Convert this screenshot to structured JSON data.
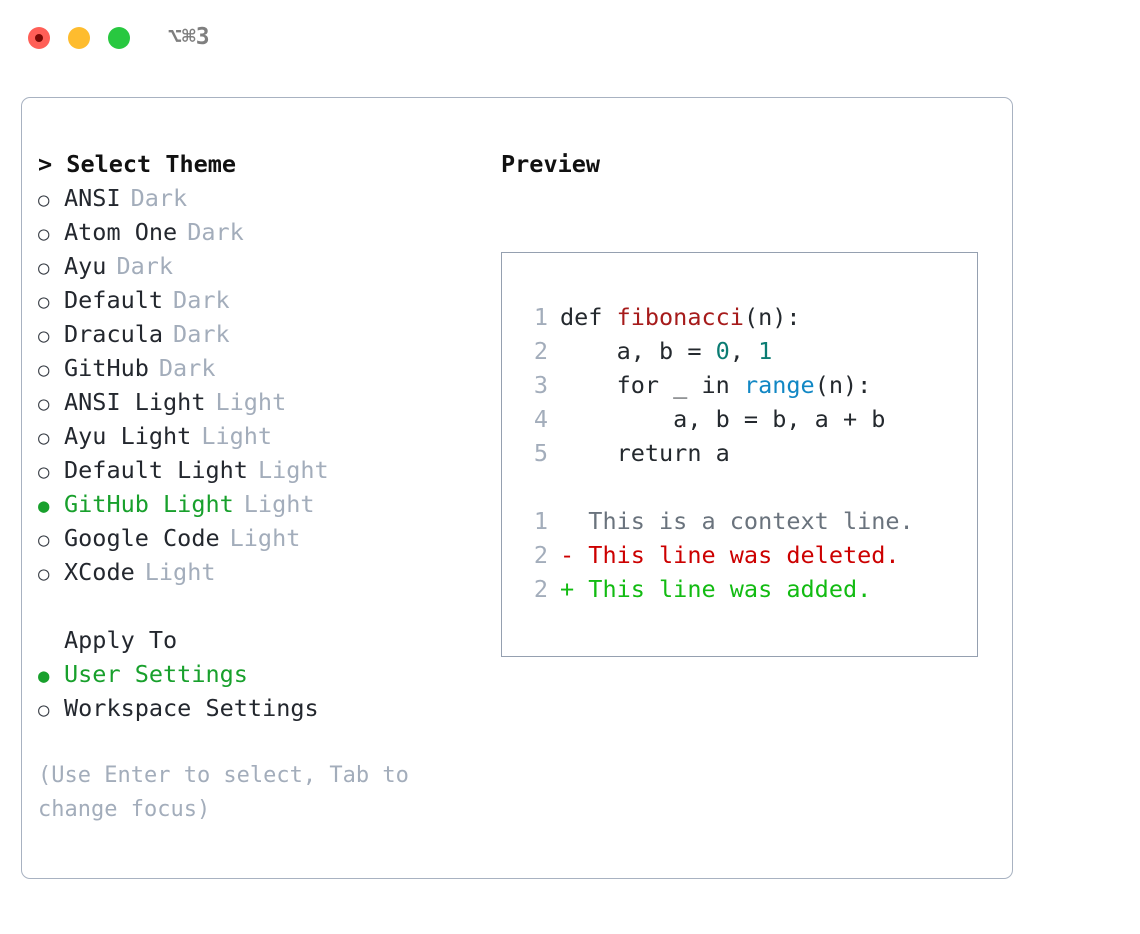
{
  "window": {
    "shortcut": "⌥⌘3",
    "traffic_lights": [
      "close",
      "minimize",
      "maximize"
    ],
    "colors": {
      "close": "#ff5f57",
      "minimize": "#febc2e",
      "maximize": "#28c840",
      "accent_green": "#18a02c",
      "panel_border": "#a8b2c1",
      "muted": "#a3adbb"
    }
  },
  "theme_panel": {
    "title": "> Select Theme",
    "items": [
      {
        "bullet": "○",
        "name": "ANSI",
        "tag": "Dark",
        "selected": false
      },
      {
        "bullet": "○",
        "name": "Atom One",
        "tag": "Dark",
        "selected": false
      },
      {
        "bullet": "○",
        "name": "Ayu",
        "tag": "Dark",
        "selected": false
      },
      {
        "bullet": "○",
        "name": "Default",
        "tag": "Dark",
        "selected": false
      },
      {
        "bullet": "○",
        "name": "Dracula",
        "tag": "Dark",
        "selected": false
      },
      {
        "bullet": "○",
        "name": "GitHub",
        "tag": "Dark",
        "selected": false
      },
      {
        "bullet": "○",
        "name": "ANSI Light",
        "tag": "Light",
        "selected": false
      },
      {
        "bullet": "○",
        "name": "Ayu Light",
        "tag": "Light",
        "selected": false
      },
      {
        "bullet": "○",
        "name": "Default Light",
        "tag": "Light",
        "selected": false
      },
      {
        "bullet": "●",
        "name": "GitHub Light",
        "tag": "Light",
        "selected": true
      },
      {
        "bullet": "○",
        "name": "Google Code",
        "tag": "Light",
        "selected": false
      },
      {
        "bullet": "○",
        "name": "XCode",
        "tag": "Light",
        "selected": false
      }
    ],
    "apply_to": {
      "label": "Apply To",
      "options": [
        {
          "bullet": "●",
          "name": "User Settings",
          "selected": true
        },
        {
          "bullet": "○",
          "name": "Workspace Settings",
          "selected": false
        }
      ]
    },
    "hint": "(Use Enter to select, Tab to change focus)"
  },
  "preview_panel": {
    "heading": "Preview",
    "code_lines": [
      {
        "num": "1",
        "segments": [
          {
            "text": "def ",
            "kind": "plain"
          },
          {
            "text": "fibonacci",
            "kind": "function"
          },
          {
            "text": "(n):",
            "kind": "plain"
          }
        ]
      },
      {
        "num": "2",
        "segments": [
          {
            "text": "    a, b = ",
            "kind": "plain"
          },
          {
            "text": "0",
            "kind": "number"
          },
          {
            "text": ", ",
            "kind": "plain"
          },
          {
            "text": "1",
            "kind": "number"
          }
        ]
      },
      {
        "num": "3",
        "segments": [
          {
            "text": "    for _ in ",
            "kind": "plain"
          },
          {
            "text": "range",
            "kind": "builtin"
          },
          {
            "text": "(n):",
            "kind": "plain"
          }
        ]
      },
      {
        "num": "4",
        "segments": [
          {
            "text": "        a, b = b, a + b",
            "kind": "plain"
          }
        ]
      },
      {
        "num": "5",
        "segments": [
          {
            "text": "    return a",
            "kind": "plain"
          }
        ]
      }
    ],
    "diff_lines": [
      {
        "num": "1",
        "marker": " ",
        "text": "  This is a context line.",
        "kind": "context"
      },
      {
        "num": "2",
        "marker": "-",
        "text": "- This line was deleted.",
        "kind": "deleted"
      },
      {
        "num": "2",
        "marker": "+",
        "text": "+ This line was added.",
        "kind": "added"
      }
    ]
  }
}
